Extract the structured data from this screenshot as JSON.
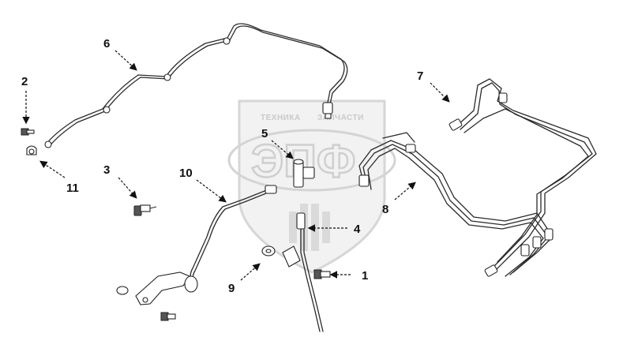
{
  "diagram": {
    "watermark": {
      "top_text": "ТЕХНИКА",
      "top_text_right": "ЗАПЧАСТИ",
      "big_text": "ЭПФ"
    },
    "callouts": [
      {
        "id": "1",
        "label": "1"
      },
      {
        "id": "2",
        "label": "2"
      },
      {
        "id": "3",
        "label": "3"
      },
      {
        "id": "4",
        "label": "4"
      },
      {
        "id": "5",
        "label": "5"
      },
      {
        "id": "6",
        "label": "6"
      },
      {
        "id": "7",
        "label": "7"
      },
      {
        "id": "8",
        "label": "8"
      },
      {
        "id": "9",
        "label": "9"
      },
      {
        "id": "10",
        "label": "10"
      },
      {
        "id": "11",
        "label": "11"
      }
    ]
  }
}
